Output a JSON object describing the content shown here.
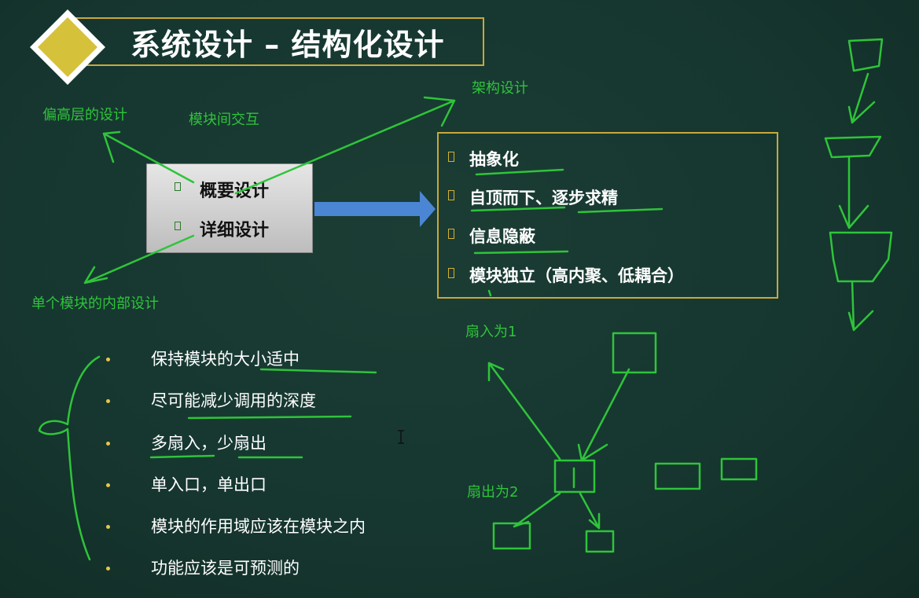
{
  "title": "系统设计 – 结构化设计",
  "annotations": {
    "high_level": "偏高层的设计",
    "module_interaction": "模块间交互",
    "architecture": "架构设计",
    "internal": "单个模块的内部设计",
    "fan_in": "扇入为1",
    "fan_out": "扇出为2"
  },
  "design_box": {
    "items": [
      "概要设计",
      "详细设计"
    ]
  },
  "principles": {
    "items": [
      "抽象化",
      "自顶而下、逐步求精",
      "信息隐蔽",
      "模块独立（高内聚、低耦合）"
    ]
  },
  "guidelines": {
    "items": [
      "保持模块的大小适中",
      "尽可能减少调用的深度",
      "多扇入，少扇出",
      "单入口，单出口",
      "模块的作用域应该在模块之内",
      "功能应该是可预测的"
    ]
  },
  "colors": {
    "background": "#163730",
    "accent_gold": "#c9a83a",
    "diamond": "#d6c23a",
    "handwriting": "#2fc43a",
    "arrow_blue": "#4a86d4"
  }
}
